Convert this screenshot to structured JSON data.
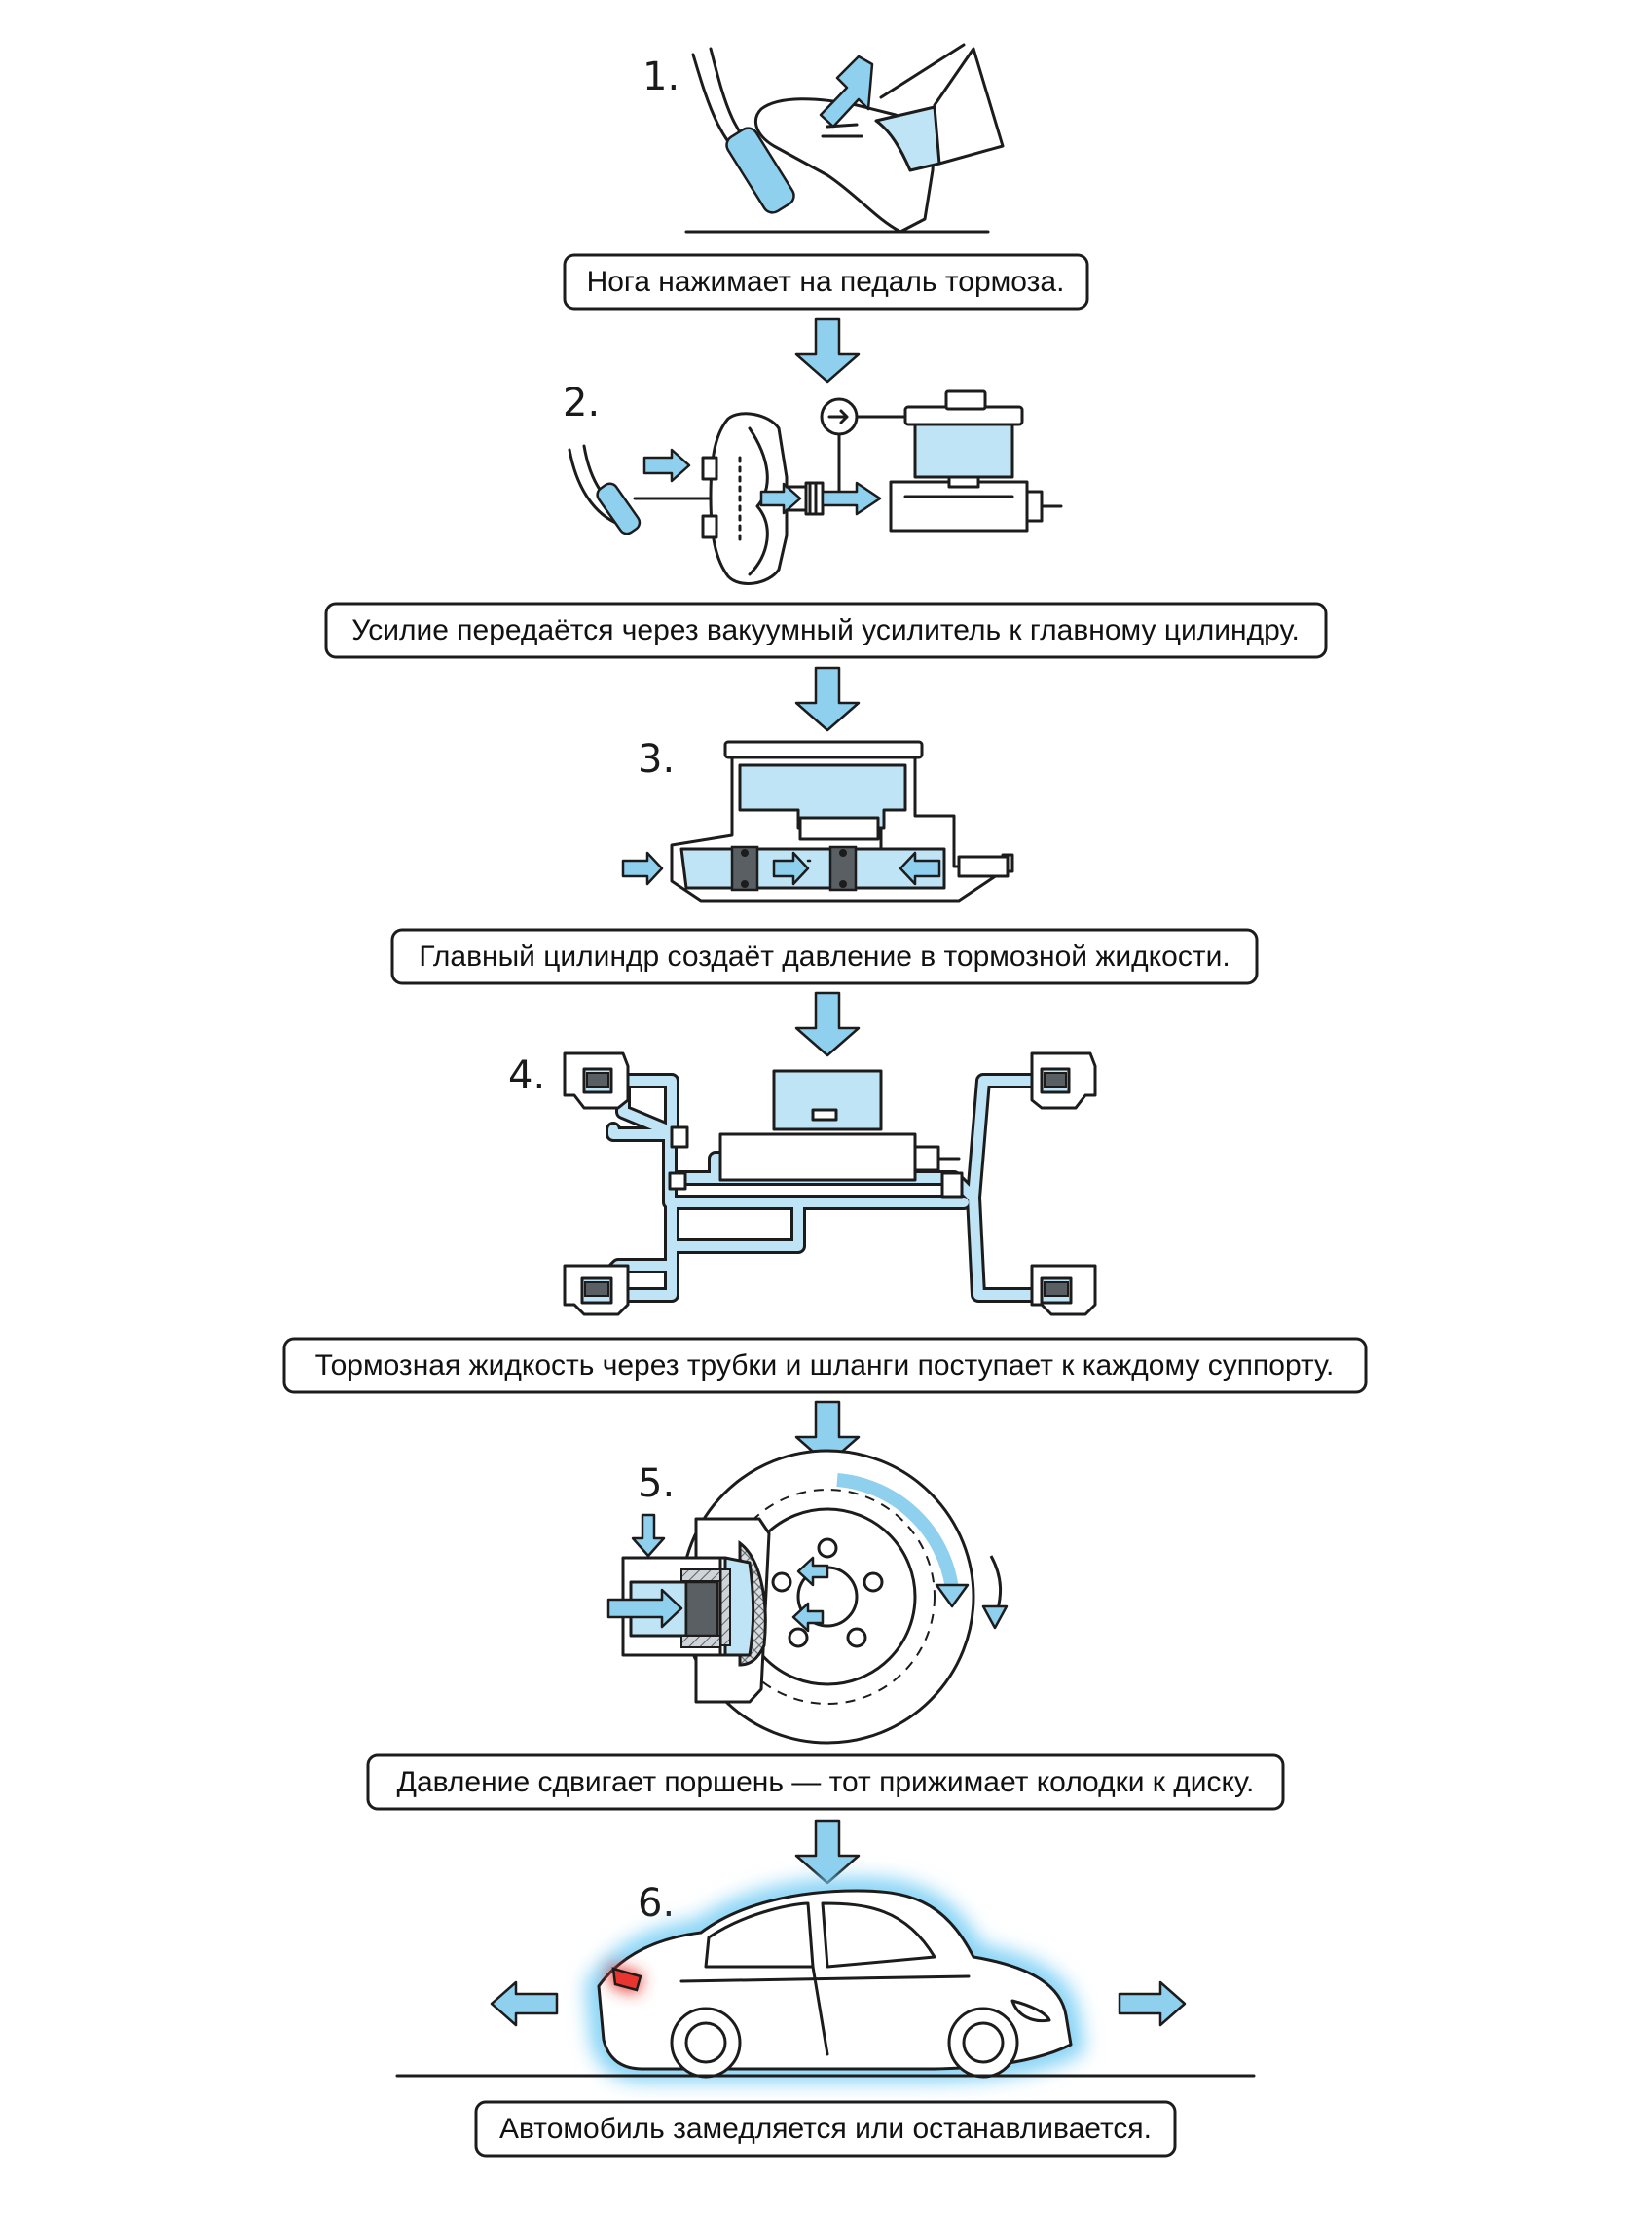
{
  "colors": {
    "fluid": "#bfe4f5",
    "arrow": "#8fd0ee",
    "outline": "#1c1c1c",
    "brake_light": "#e8352f",
    "glow": "#7fd0f5"
  },
  "steps": [
    {
      "number": "1.",
      "caption": "Нога нажимает на педаль тормоза."
    },
    {
      "number": "2.",
      "caption": "Усилие передаётся через вакуумный усилитель к главному цилиндру."
    },
    {
      "number": "3.",
      "caption": "Главный цилиндр создаёт давление в тормозной жидкости."
    },
    {
      "number": "4.",
      "caption": "Тормозная жидкость через трубки и шланги поступает к каждому суппорту."
    },
    {
      "number": "5.",
      "caption": "Давление сдвигает поршень — тот прижимает колодки к диску."
    },
    {
      "number": "6.",
      "caption": "Автомобиль замедляется или останавливается."
    }
  ],
  "icons": {
    "step1": [
      "foot-icon",
      "brake-pedal-icon"
    ],
    "step2": [
      "vacuum-booster-icon",
      "master-cylinder-icon"
    ],
    "step3": [
      "master-cylinder-cutaway-icon",
      "piston-icon"
    ],
    "step4": [
      "brake-lines-icon",
      "caliper-icon"
    ],
    "step5": [
      "brake-disc-icon",
      "caliper-piston-icon"
    ],
    "step6": [
      "car-icon",
      "brake-light-icon"
    ]
  }
}
